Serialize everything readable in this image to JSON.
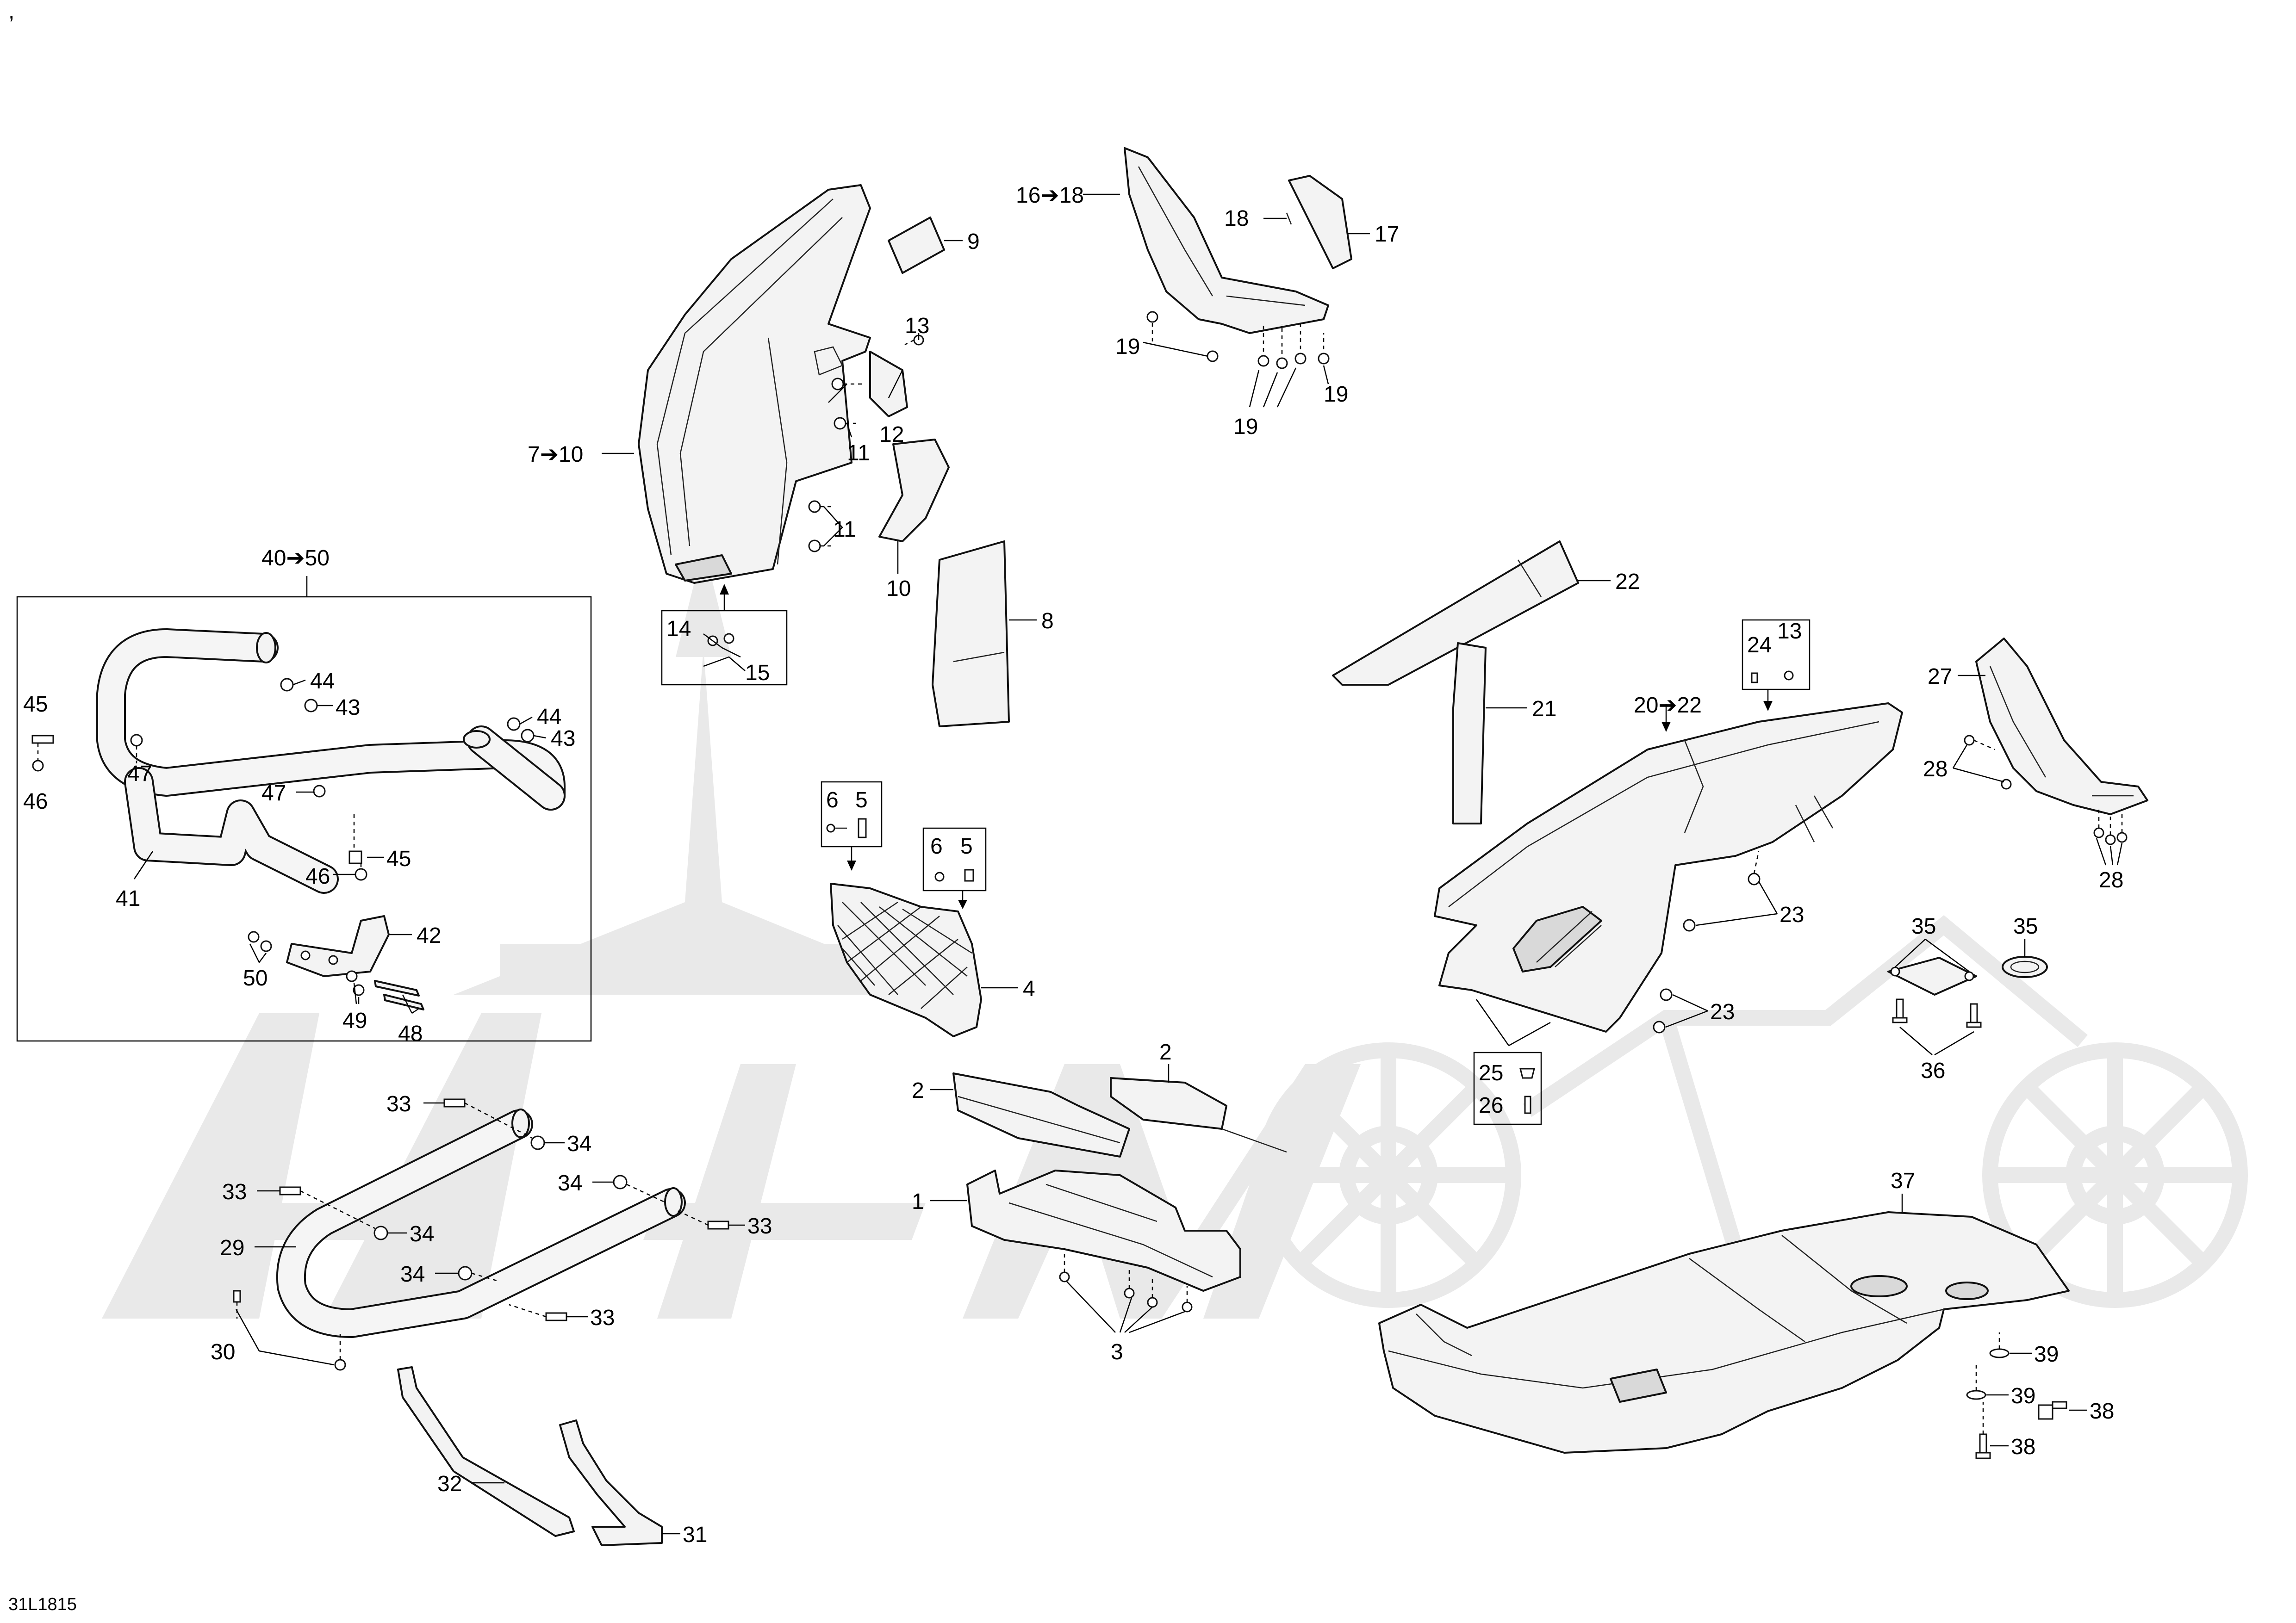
{
  "diagram": {
    "code": "31L1815",
    "corner_mark": ",",
    "watermark": "watermark-logo",
    "callouts": {
      "c1": "1",
      "c2a": "2",
      "c2b": "2",
      "c3": "3",
      "c4": "4",
      "c5a": "5",
      "c5b": "5",
      "c6a": "6",
      "c6b": "6",
      "c7_10": "7➔10",
      "c8": "8",
      "c9": "9",
      "c10": "10",
      "c11a": "11",
      "c11b": "11",
      "c12": "12",
      "c13a": "13",
      "c13b": "13",
      "c14": "14",
      "c15": "15",
      "c16_18": "16➔18",
      "c17": "17",
      "c18": "18",
      "c19a": "19",
      "c19b": "19",
      "c19c": "19",
      "c20_22": "20➔22",
      "c21": "21",
      "c22": "22",
      "c23a": "23",
      "c23b": "23",
      "c24": "24",
      "c25": "25",
      "c26": "26",
      "c27": "27",
      "c28a": "28",
      "c28b": "28",
      "c29": "29",
      "c30": "30",
      "c31": "31",
      "c32": "32",
      "c33a": "33",
      "c33b": "33",
      "c33c": "33",
      "c33d": "33",
      "c34a": "34",
      "c34b": "34",
      "c34c": "34",
      "c34d": "34",
      "c35a": "35",
      "c35b": "35",
      "c36": "36",
      "c37": "37",
      "c38a": "38",
      "c38b": "38",
      "c39a": "39",
      "c39b": "39",
      "c40_50": "40➔50",
      "c41": "41",
      "c42": "42",
      "c43a": "43",
      "c43b": "43",
      "c44a": "44",
      "c44b": "44",
      "c45a": "45",
      "c45b": "45",
      "c46a": "46",
      "c46b": "46",
      "c47a": "47",
      "c47b": "47",
      "c48": "48",
      "c49": "49",
      "c50": "50"
    }
  }
}
